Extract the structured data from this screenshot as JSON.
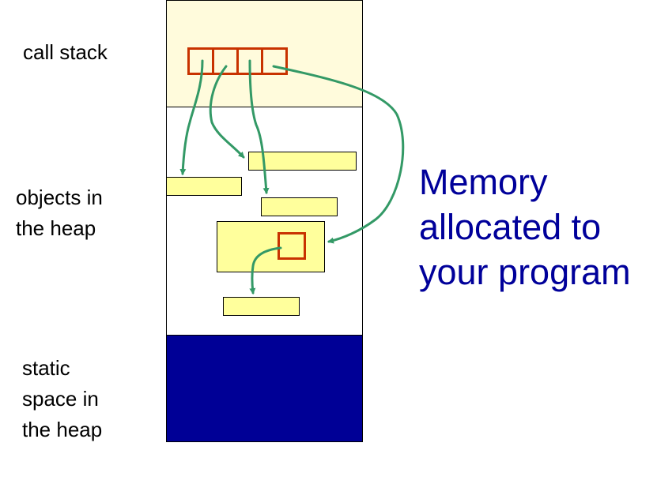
{
  "labels": {
    "call_stack": [
      "call stack"
    ],
    "heap_objects": [
      "objects  in",
      "the heap"
    ],
    "static_space": [
      "static",
      "space in",
      "the heap"
    ]
  },
  "title": {
    "lines": [
      "Memory",
      "allocated to",
      "your program"
    ],
    "color": "#00009a"
  },
  "colors": {
    "stack_bg": "#fffbdc",
    "heap_bg": "#ffffff",
    "static_bg": "#000096",
    "object_fill": "#ffff9c",
    "reference_box_stroke": "#c83200",
    "arrow": "#339966",
    "outline": "#000000"
  },
  "stack_frame": {
    "cell_count": 4
  }
}
